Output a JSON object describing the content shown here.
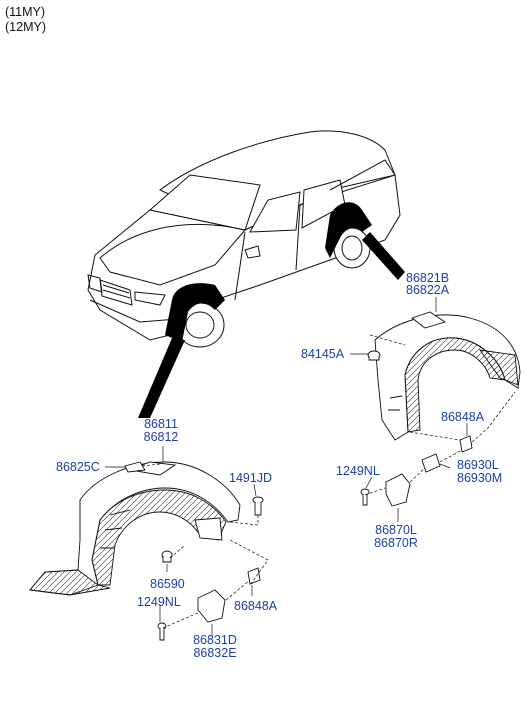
{
  "header": {
    "model_year_1": "(11MY)",
    "model_year_2": "(12MY)"
  },
  "labels": {
    "front_guard_l": "86811",
    "front_guard_r": "86812",
    "front_bracket": "86825C",
    "screw_1491jd": "1491JD",
    "nut_86590": "86590",
    "bolt_front": "1249NL",
    "clip_front": "86848A",
    "front_flap_l": "86831D",
    "front_flap_r": "86832E",
    "rear_guard_l": "86821B",
    "rear_guard_r": "86822A",
    "plug_84145a": "84145A",
    "clip_rear": "86848A",
    "bolt_rear": "1249NL",
    "rear_flap_l": "86870L",
    "rear_flap_r": "86870R",
    "rear_seal_l": "86930L",
    "rear_seal_r": "86930M"
  },
  "colors": {
    "label_color": "#1c3fa8",
    "text_color": "#111111",
    "line_color": "#000000"
  }
}
